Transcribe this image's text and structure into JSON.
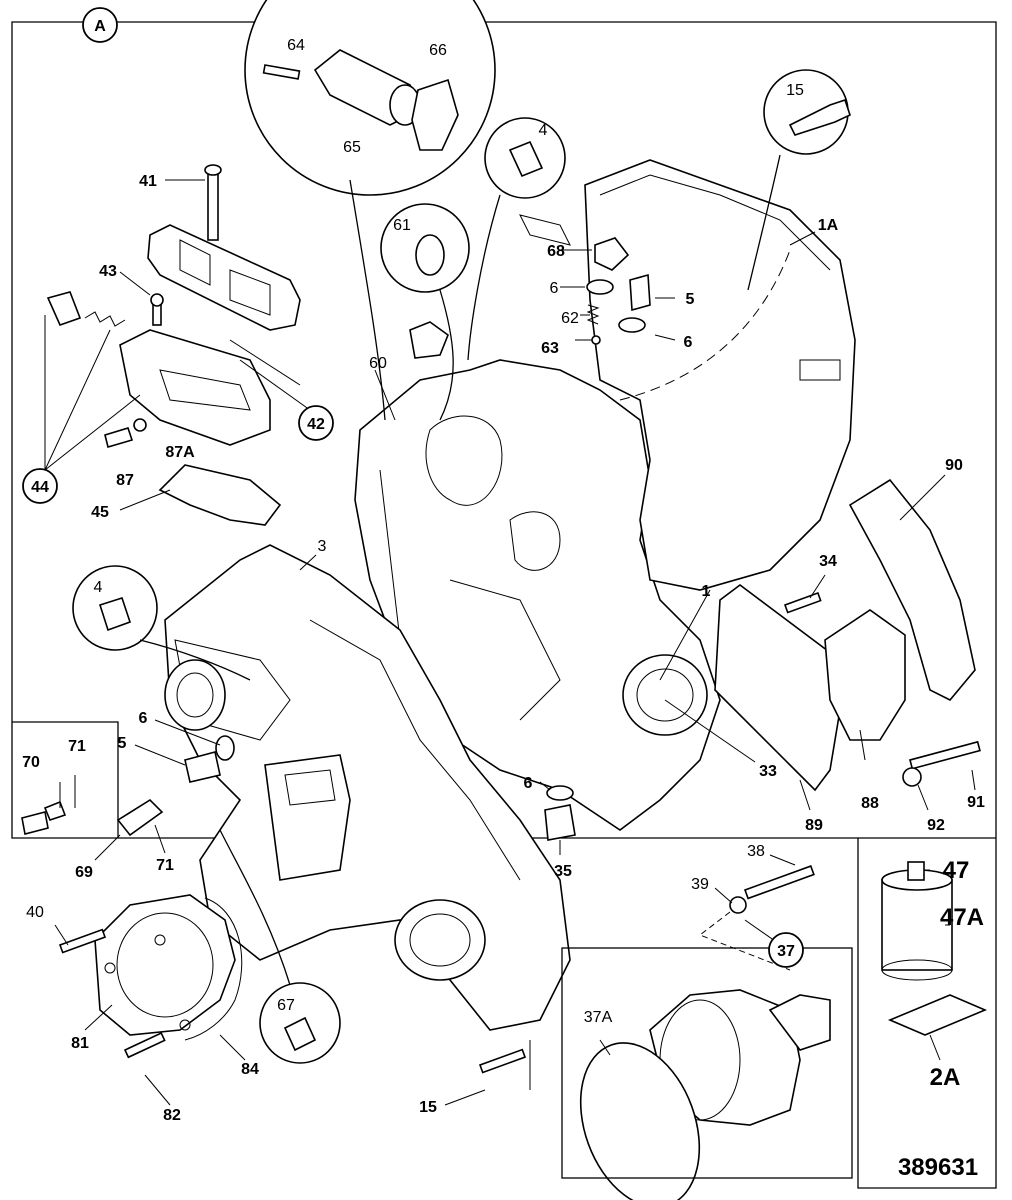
{
  "view_marker": "A",
  "drawing_number": "389631",
  "labels": {
    "l64": "64",
    "l66": "66",
    "l65": "65",
    "l4a": "4",
    "l15a": "15",
    "l1A": "1A",
    "l41": "41",
    "l61": "61",
    "l68": "68",
    "l6a": "6",
    "l5a": "5",
    "l43": "43",
    "l62": "62",
    "l6b": "6",
    "l63": "63",
    "l60": "60",
    "l42": "42",
    "l44": "44",
    "l87": "87",
    "l87A": "87A",
    "l45": "45",
    "l90": "90",
    "l3": "3",
    "l4b": "4",
    "l34": "34",
    "l1": "1",
    "l6c": "6",
    "l5b": "5",
    "l70": "70",
    "l71a": "71",
    "l33": "33",
    "l6d": "6",
    "l69": "69",
    "l71b": "71",
    "l35": "35",
    "l88": "88",
    "l89": "89",
    "l91": "91",
    "l92": "92",
    "l38": "38",
    "l47": "47",
    "l39": "39",
    "l47A": "47A",
    "l40": "40",
    "l37": "37",
    "l37A": "37A",
    "l81": "81",
    "l84": "84",
    "l67": "67",
    "l82": "82",
    "l15b": "15",
    "l2A": "2A"
  }
}
